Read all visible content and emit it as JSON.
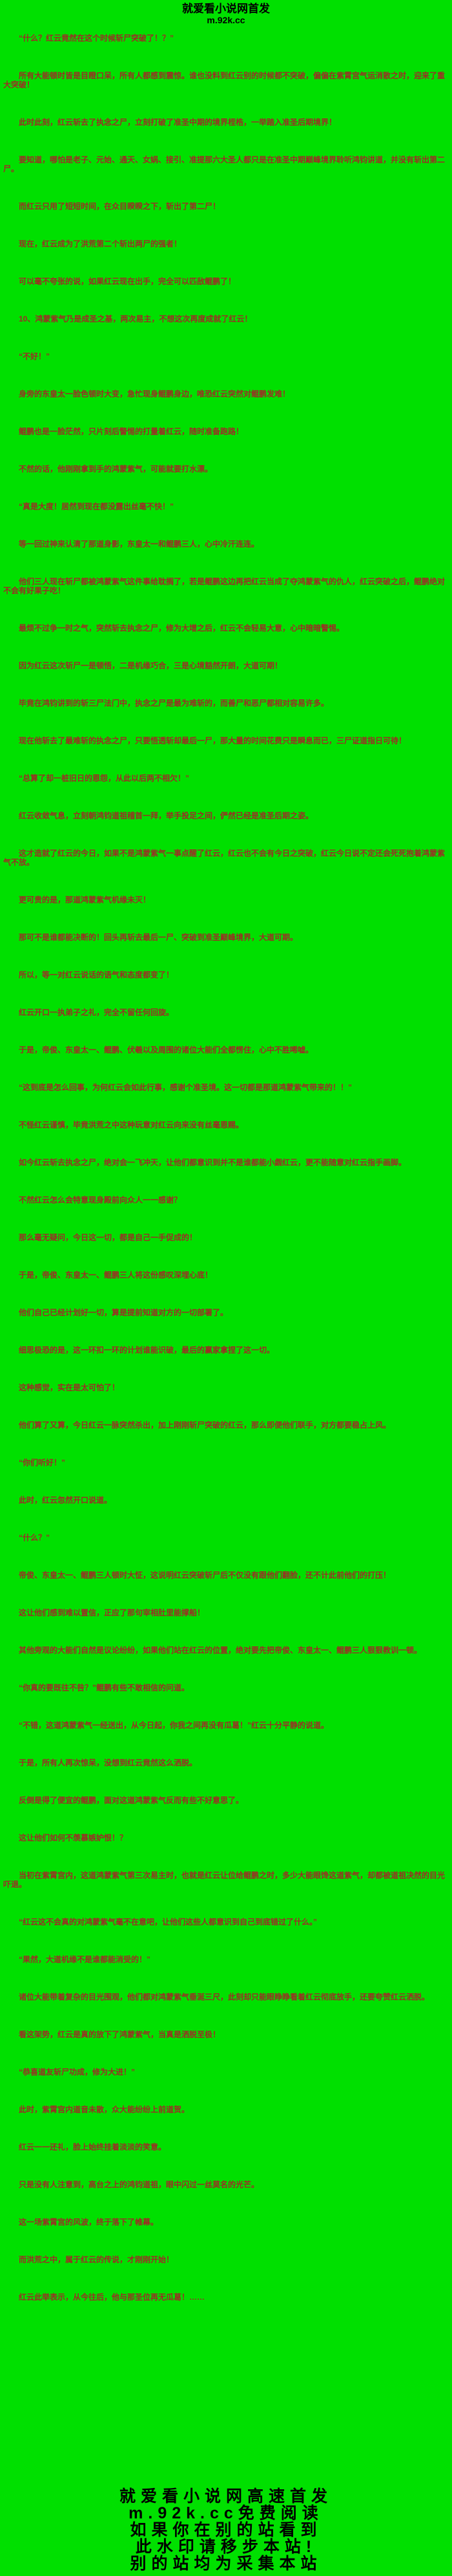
{
  "page": {
    "bg_color": "#00e000",
    "text_color": "#9e2b25",
    "header_footer_color": "#000000"
  },
  "header": {
    "site_line": "就爱看小说网首发",
    "url_line": "m.92k.cc"
  },
  "paragraphs": [
    "“什么？红云竟然在这个时候斩尸突破了！？”",
    "所有大能顿时皆是目瞪口呆，所有人都感到震惊。谁也没料到红云别的时候都不突破，偏偏在紫霄宫气运消散之时，迎来了重大突破！",
    "此时此刻，红云斩去了执念之尸，立刻打破了准圣中期的境界桎梏，一举踏入准圣后期境界！",
    "要知道，哪怕是老子、元始、通天、女娲、接引、准提那六大圣人都只是在准圣中期巅峰境界聆听鸿钧讲道，并没有斩出第二尸。",
    "而红云只用了短短时间，在众目睽睽之下，斩出了第二尸！",
    "现在，红云成为了洪荒第二个斩出两尸的强者！",
    "可以毫不夸张的说，如果红云现在出手，完全可以匹敌鲲鹏了！",
    "10、鸿蒙紫气乃是成圣之基，两次易主，不想这次再度成就了红云！",
    "“不好！”",
    "身旁的东皇太一脸色顿时大变，急忙现身鲲鹏身边，唯恐红云突然对鲲鹏发难！",
    "鲲鹏也是一脸茫然，只片刻后警惕的打量着红云，随时准备跑路！",
    "不然的话，他刚刚拿到手的鸿蒙紫气，可能就要打水漂。",
    "“真是大度！居然到现在都没露出丝毫不快！”",
    "等一回过神来认清了那道身影，东皇太一和鲲鹏三人，心中冷汗连连。",
    "他们三人现在斩尸都被鸿蒙紫气这件事给耽搁了，若是鲲鹏这边再把红云当成了夺鸿蒙紫气的仇人，红云突破之后，鲲鹏绝对不会有好果子吃！",
    "最烦不过争一时之气，突然斩去执念之尸，修为大增之后，红云不会轻易大意，心中暗暗警惕。",
    "因为红云这次斩尸一是顿悟，二是机缘巧合，三是心境豁然开朗，大道可期！",
    "毕竟在鸿钧讲到的斩三尸法门中，执念之尸是最为难斩的，而善尸和恶尸都相对容易许多。",
    "现在他斩去了最难斩的执念之尸，只要悟透斩却最后一尸，那大量的时间花费只是瞬息而已，三尸证道指日可待！",
    "“总算了却一桩旧日的恩怨，从此以后两不相欠！”",
    "红云收敛气息，立刻朝鸿钧道祖稽首一拜，举手投足之间，俨然已经是准圣后期之姿。",
    "这才造就了红云的今日，如果不是鸿蒙紫气一事点醒了红云，红云也不会有今日之突破，红云今日说不定还会死死抱着鸿蒙紫气不放。",
    "更可贵的是，那道鸿蒙紫气机缘未灭！",
    "那可不是谁都能决断的！回头再斩去最后一尸、突破到准圣巅峰境界，大道可期。",
    "所以，等一对红云说话的语气和态度都变了！",
    "红云开口一执弟子之礼，完全不留任何回旋。",
    "于是，帝俊、东皇太一、鲲鹏、伏羲以及周围的诸位大能们全都愣住，心中不胜唏嘘。",
    "“这到底是怎么回事，为何红云会如此行事，感谢个准圣境。这一切都是那道鸿蒙紫气带来的！！”",
    "不怪红云谨慎，毕竟洪荒之中这种玩意对红云向来没有丝毫恩赐。",
    "如今红云斩去执念之尸，绝对会一飞冲天，让他们都意识到并不是谁都能小觑红云，更不能随意对红云指手画脚。",
    "不然红云怎么会特意现身殿前向众人一一感谢？",
    "那么毫无疑问，今日这一切，都是自己一手促成的！",
    "于是，帝俊、东皇太一、鲲鹏三人将这份感叹深埋心底！",
    "他们自己已经计划好一切，算是提前知道对方的一切部署了。",
    "细思极恐的是，这一环扣一环的计划谁能识破，最后的赢家拿捏了这一切。",
    "这种感觉，实在是太可怕了！",
    "他们算了又算，今日红云一脉突然杀出，加上刚刚斩尸突破的红云，那么即便他们联手，对方都要稳占上风。",
    "“你们听好！”",
    "此时，红云忽然开口说道。",
    "“什么？”",
    "帝俊、东皇太一、鲲鹏三人顿时大怔，这说明红云突破斩尸后不仅没有跟他们翻脸，还不计此前他们的打压！",
    "这让他们感到难以置信，正应了那句宰相肚里能撑船！",
    "其他旁观的大能们自然是议论纷纷，如果他们站在红云的位置，绝对要先把帝俊、东皇太一、鲲鹏三人狠狠教训一顿。",
    "“你真的要既往不咎？”鲲鹏有些不敢相信的问道。",
    "“不错，这道鸿蒙紫气一经送出，从今日起，你我之间再没有瓜葛！”红云十分平静的说道。",
    "于是，所有人再次惊呆，没想到红云竟然这么洒脱。",
    "反倒是得了便宜的鲲鹏，面对这道鸿蒙紫气反而有些不好意思了。",
    "这让他们如何不羡慕嫉妒恨！？",
    "当初在紫霄宫内，这道鸿蒙紫气第三次易主时，也就是红云让位给鲲鹏之时，多少大能眼馋这道紫气，却都被道祖决然的目光吓退。",
    "“红云这不会真的对鸿蒙紫气毫不在意吧，让他们这些人都意识到自己到底错过了什么。”",
    "“果然，大道机缘不是谁都能消受的！”",
    "诸位大能带着复杂的目光围观，他们都对鸿蒙紫气垂涎三尺，此刻却只能眼睁睁看着红云彻底放手，还要夸赞红云洒脱。",
    "看这架势，红云是真的放下了鸿蒙紫气，当真是洒脱至极！",
    "“恭喜道友斩尸功成，修为大进！”",
    "此时，紫霄宫内道音未散，众大能纷纷上前道贺。",
    "红云一一还礼，脸上始终挂着淡淡的笑意。",
    "只是没有人注意到，高台之上的鸿钧道祖，眼中闪过一丝莫名的光芒。",
    "这一场紫霄宫的风波，终于落下了帷幕。",
    "而洪荒之中，属于红云的传说，才刚刚开始！",
    "红云此举表示，从今往后，他与那圣位再无瓜葛！……"
  ],
  "footer": {
    "lines": [
      "就爱看小说网高速首发",
      "m.92k.cc免费阅读",
      "如果你在别的站看到",
      "此水印请移步本站!",
      "别的站均为采集本站"
    ]
  }
}
